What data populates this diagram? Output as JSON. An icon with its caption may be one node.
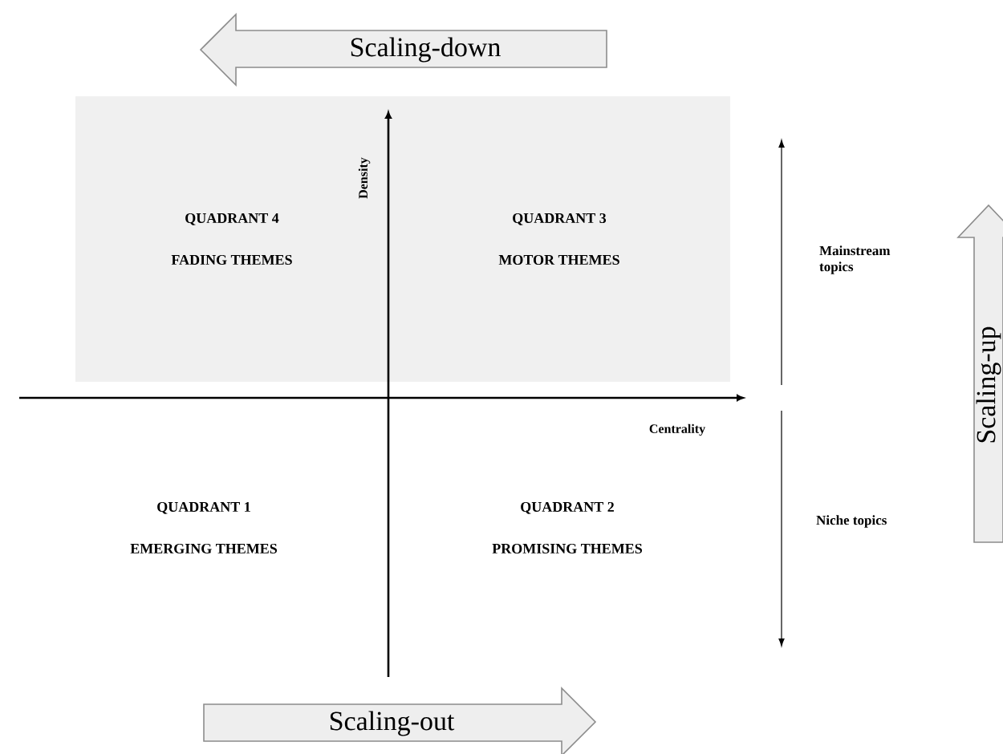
{
  "diagram": {
    "nodes": [
      {
        "text": [
          "QUADRANT 4",
          "FADING THEMES"
        ]
      },
      {
        "text": [
          "QUADRANT 3",
          "MOTOR THEMES"
        ]
      },
      {
        "text": [
          "QUADRANT 1",
          "EMERGING THEMES"
        ]
      },
      {
        "text": [
          "QUADRANT 2",
          "PROMISING THEMES"
        ]
      }
    ],
    "labels": [
      "Scaling-down",
      "Density",
      "Mainstream topics",
      "Scaling-up",
      "Centrality",
      "Niche topics",
      "Scaling-out"
    ]
  }
}
